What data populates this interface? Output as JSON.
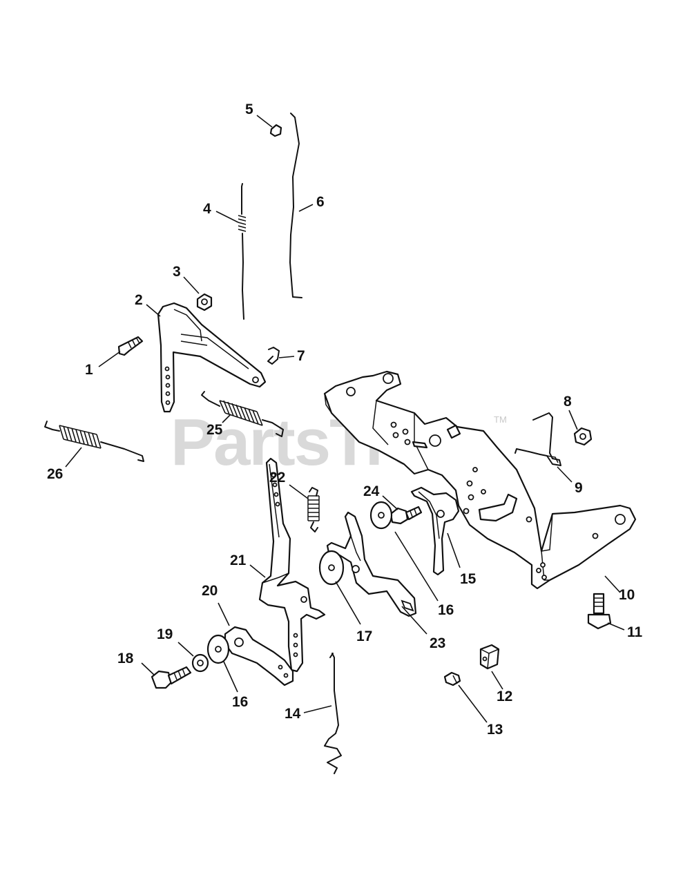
{
  "watermark": {
    "brand": "PartsTree",
    "trademark": "TM"
  },
  "callouts": [
    {
      "id": "c1",
      "label": "1"
    },
    {
      "id": "c2",
      "label": "2"
    },
    {
      "id": "c3",
      "label": "3"
    },
    {
      "id": "c4",
      "label": "4"
    },
    {
      "id": "c5",
      "label": "5"
    },
    {
      "id": "c6",
      "label": "6"
    },
    {
      "id": "c7",
      "label": "7"
    },
    {
      "id": "c8",
      "label": "8"
    },
    {
      "id": "c9",
      "label": "9"
    },
    {
      "id": "c10",
      "label": "10"
    },
    {
      "id": "c11",
      "label": "11"
    },
    {
      "id": "c12",
      "label": "12"
    },
    {
      "id": "c13",
      "label": "13"
    },
    {
      "id": "c14",
      "label": "14"
    },
    {
      "id": "c15",
      "label": "15"
    },
    {
      "id": "c16a",
      "label": "16"
    },
    {
      "id": "c16b",
      "label": "16"
    },
    {
      "id": "c17",
      "label": "17"
    },
    {
      "id": "c18",
      "label": "18"
    },
    {
      "id": "c19",
      "label": "19"
    },
    {
      "id": "c20",
      "label": "20"
    },
    {
      "id": "c21",
      "label": "21"
    },
    {
      "id": "c22",
      "label": "22"
    },
    {
      "id": "c23",
      "label": "23"
    },
    {
      "id": "c24",
      "label": "24"
    },
    {
      "id": "c25",
      "label": "25"
    },
    {
      "id": "c26",
      "label": "26"
    }
  ]
}
